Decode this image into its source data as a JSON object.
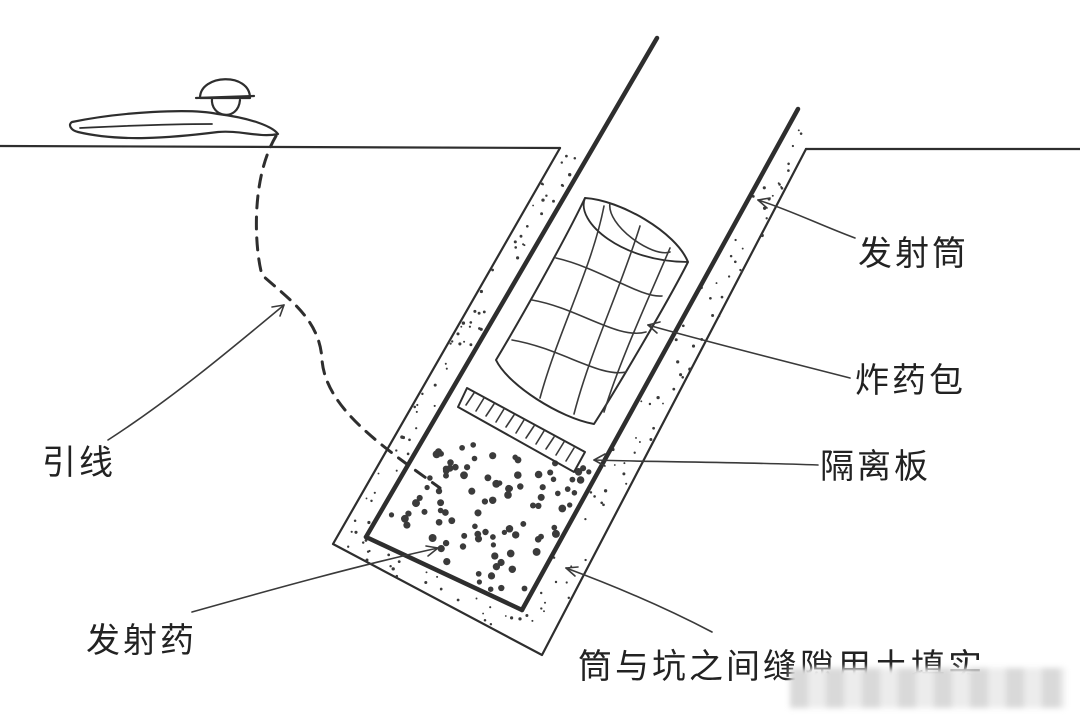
{
  "labels": {
    "launch_tube": "发射筒",
    "charge_pack": "炸药包",
    "separator": "隔离板",
    "fuse": "引线",
    "propellant": "发射药",
    "backfill": "筒与坑之间缝隙用土填实"
  },
  "colors": {
    "ink": "#2e2e2e",
    "text": "#222222",
    "background": "#ffffff"
  },
  "icons": {
    "worker": "person-lying-with-helmet-icon"
  }
}
